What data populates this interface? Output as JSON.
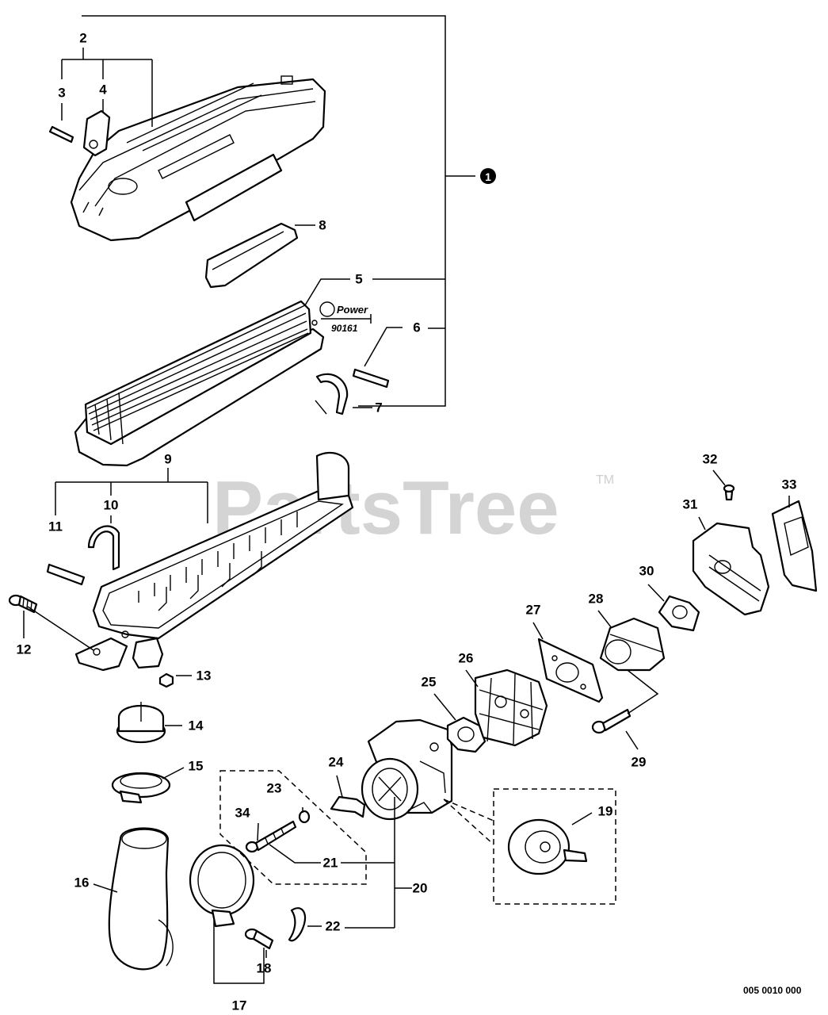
{
  "watermark": {
    "text": "PartsTree",
    "trademark": "TM"
  },
  "badge": {
    "label": "1"
  },
  "power_logo": {
    "text": "Power",
    "code": "90161"
  },
  "diagram_code": "005 0010 000",
  "callouts": [
    "2",
    "3",
    "4",
    "5",
    "6",
    "7",
    "8",
    "9",
    "10",
    "11",
    "12",
    "13",
    "14",
    "15",
    "16",
    "17",
    "18",
    "19",
    "20",
    "21",
    "22",
    "23",
    "24",
    "25",
    "26",
    "27",
    "28",
    "29",
    "30",
    "31",
    "32",
    "33",
    "34"
  ]
}
